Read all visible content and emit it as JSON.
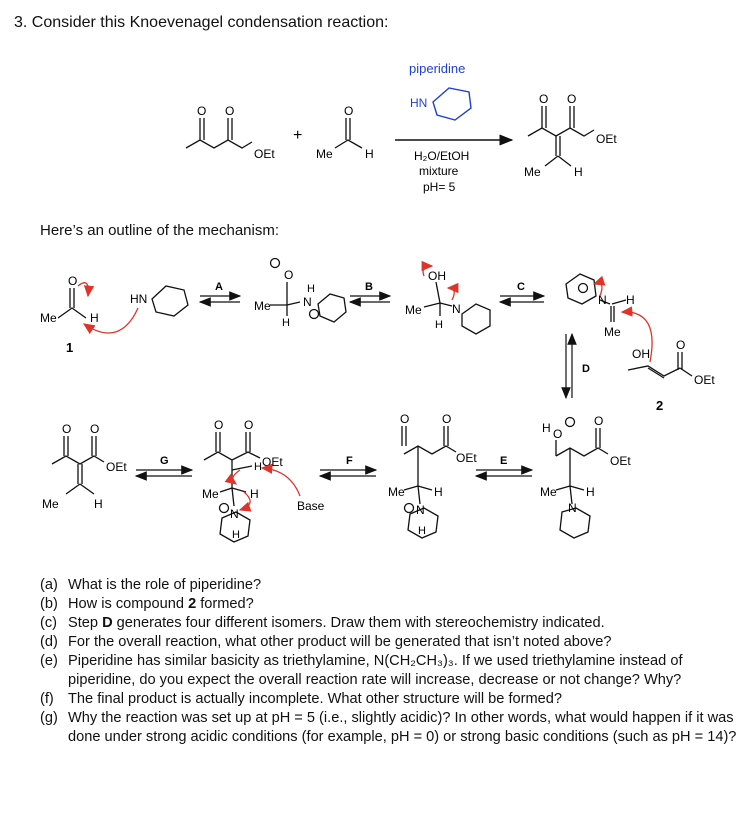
{
  "heading": "3. Consider this Knoevenagel condensation reaction:",
  "outline_heading": "Here’s an outline of the mechanism:",
  "reaction": {
    "catalyst": "piperidine",
    "reagent_ring_label": "HN",
    "conditions_1": "H₂O/EtOH",
    "conditions_2": "mixture",
    "conditions_3": "pH= 5",
    "plus": "+",
    "group_oet": "OEt",
    "group_me": "Me",
    "group_h": "H",
    "accent_color": "#1f3fd6"
  },
  "mechanism": {
    "steps": [
      "A",
      "B",
      "C",
      "D",
      "E",
      "F",
      "G"
    ],
    "compound_1": "1",
    "compound_2": "2",
    "base_label": "Base",
    "oh_label": "OH",
    "hn_label": "HN",
    "n_label": "N",
    "o_label": "O",
    "h_label": "H",
    "me_label": "Me",
    "oet_label": "OEt",
    "arrow_color": "#e0342a"
  },
  "questions": [
    {
      "label": "(a)",
      "text": "What is the role of piperidine?"
    },
    {
      "label": "(b)",
      "pre": "How is compound ",
      "bold": "2",
      "post": " formed?"
    },
    {
      "label": "(c)",
      "pre": "Step ",
      "bold": "D",
      "post": " generates four different isomers. Draw them with stereochemistry indicated."
    },
    {
      "label": "(d)",
      "text": "For the overall reaction, what other product will be generated that isn’t noted above?"
    },
    {
      "label": "(e)",
      "text": "Piperidine has similar basicity as triethylamine, N(CH₂CH₃)₃. If we used triethylamine instead of piperidine, do you expect the overall reaction rate will increase, decrease or not change? Why?"
    },
    {
      "label": "(f)",
      "text": "The final product is actually incomplete. What other structure will be formed?"
    },
    {
      "label": "(g)",
      "text": "Why the reaction was set up at pH = 5 (i.e., slightly acidic)? In other words, what would happen if it was done under strong acidic conditions (for example, pH = 0) or strong basic conditions (such as pH = 14)?"
    }
  ]
}
